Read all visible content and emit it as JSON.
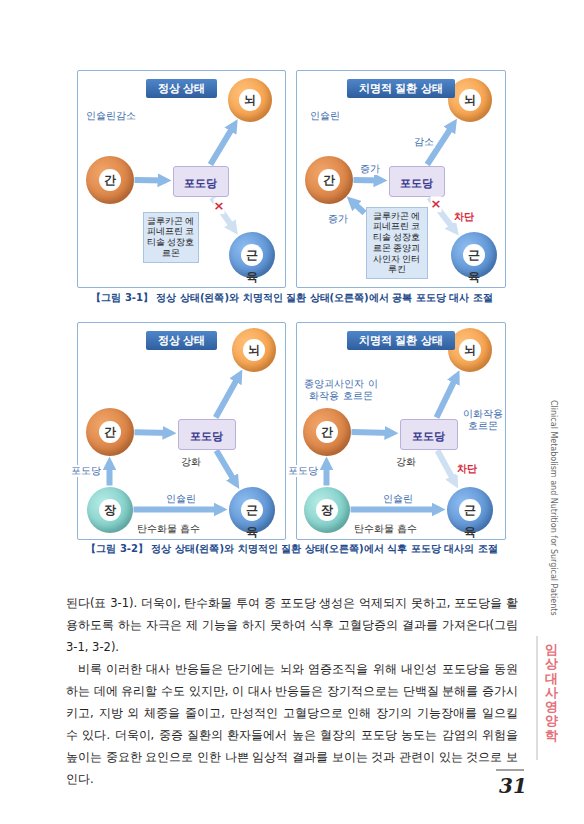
{
  "diagram": {
    "nodes": [
      {
        "text": [
          "정상 상태"
        ]
      },
      {
        "text": [
          "뇌"
        ],
        "in": 0
      },
      {
        "text": [
          "간"
        ],
        "in": 0
      },
      {
        "text": [
          "포도당"
        ],
        "in": 0
      },
      {
        "text": [
          "근육"
        ],
        "in": 0
      },
      {
        "text": [
          "글루카곤 에피네프린 코티솔 성장호르몬"
        ],
        "in": 0
      },
      {
        "text": [
          "치명적 질환 상태"
        ]
      },
      {
        "text": [
          "뇌"
        ],
        "in": 6
      },
      {
        "text": [
          "간"
        ],
        "in": 6
      },
      {
        "text": [
          "포도당"
        ],
        "in": 6
      },
      {
        "text": [
          "근육"
        ],
        "in": 6
      },
      {
        "text": [
          "글루카곤 에피네프린 코티솔 성장호르몬 종양괴사인자 인터루킨"
        ],
        "in": 6
      },
      {
        "text": [
          "정상 상태"
        ]
      },
      {
        "text": [
          "뇌"
        ],
        "in": 12
      },
      {
        "text": [
          "간"
        ],
        "in": 12
      },
      {
        "text": [
          "포도당"
        ],
        "in": 12
      },
      {
        "text": [
          "근육"
        ],
        "in": 12
      },
      {
        "text": [
          "장"
        ],
        "in": 12
      },
      {
        "text": [
          "치명적 질환 상태"
        ]
      },
      {
        "text": [
          "뇌"
        ],
        "in": 18
      },
      {
        "text": [
          "간"
        ],
        "in": 18
      },
      {
        "text": [
          "포도당"
        ],
        "in": 18
      },
      {
        "text": [
          "근육"
        ],
        "in": 18
      },
      {
        "text": [
          "장"
        ],
        "in": 18
      }
    ],
    "edges": [
      {
        "from": 2,
        "to": 3,
        "arrow": "to"
      },
      {
        "from": 3,
        "to": 1,
        "arrow": "to"
      },
      {
        "from": 3,
        "to": 4,
        "arrow": "to"
      },
      {
        "from": 8,
        "to": 9,
        "label": "증가",
        "arrow": "to"
      },
      {
        "from": 9,
        "to": 7,
        "label": "감소",
        "arrow": "to"
      },
      {
        "from": 9,
        "to": 10,
        "label": "차단",
        "arrow": "to"
      },
      {
        "from": 11,
        "to": 8,
        "label": "증가",
        "arrow": "to"
      },
      {
        "from": 14,
        "to": 15,
        "arrow": "to"
      },
      {
        "from": 15,
        "to": 13,
        "arrow": "to"
      },
      {
        "from": 15,
        "to": 16,
        "arrow": "to"
      },
      {
        "from": 17,
        "to": 14,
        "label": "포도당",
        "arrow": "to"
      },
      {
        "from": 17,
        "to": 16,
        "label": "인슐린",
        "arrow": "to"
      },
      {
        "from": 20,
        "to": 21,
        "arrow": "to"
      },
      {
        "from": 21,
        "to": 19,
        "arrow": "to"
      },
      {
        "from": 21,
        "to": 22,
        "label": "차단",
        "arrow": "to"
      },
      {
        "from": 23,
        "to": 20,
        "label": "포도당",
        "arrow": "to"
      },
      {
        "from": 23,
        "to": 22,
        "label": "인슐린",
        "arrow": "to"
      }
    ],
    "labels": [
      "인슐린감소",
      "×",
      "인슐린",
      "×",
      "【그림 3-1】 정상 상태(왼쪽)와 치명적인 질환 상태(오른쪽)에서 공복 포도당 대사 조절",
      "강화",
      "탄수화물 흡수",
      "종양괴사인자 이화작용 호르몬",
      "이화작용 호르몬",
      "강화",
      "탄수화물 흡수",
      "【그림 3-2】 정상 상태(왼쪽)와 치명적인 질환 상태(오른쪽)에서 식후 포도당 대사의 조절",
      "된다(표 3-1). 더욱이, 탄수화물 투여 중 포도당 생성은 억제되지 못하고, 포도당을 활용하도록 하는 자극은 제 기능을 하지 못하여 식후 고혈당증의 결과를 가져온다(그림 3-1, 3-2).",
      "비록 이러한 대사 반응들은 단기에는 뇌와 염증조직을 위해 내인성 포도당을 동원하는 데에 유리할 수도 있지만, 이 대사 반응들은 장기적으로는 단백질 분해를 증가시키고, 지방 외 체중을 줄이고, 만성적인 고혈당으로 인해 장기의 기능장애를 일으킬 수 있다. 더욱이, 중증 질환의 환자들에서 높은 혈장의 포도당 농도는 감염의 위험을 높이는 중요한 요인으로 인한 나쁜 임상적 결과를 보이는 것과 관련이 있는 것으로 보인다.",
      "Clinical Metabolism and Nutrition for Surgical Patients",
      "임상 대사 영양학",
      "31"
    ]
  }
}
